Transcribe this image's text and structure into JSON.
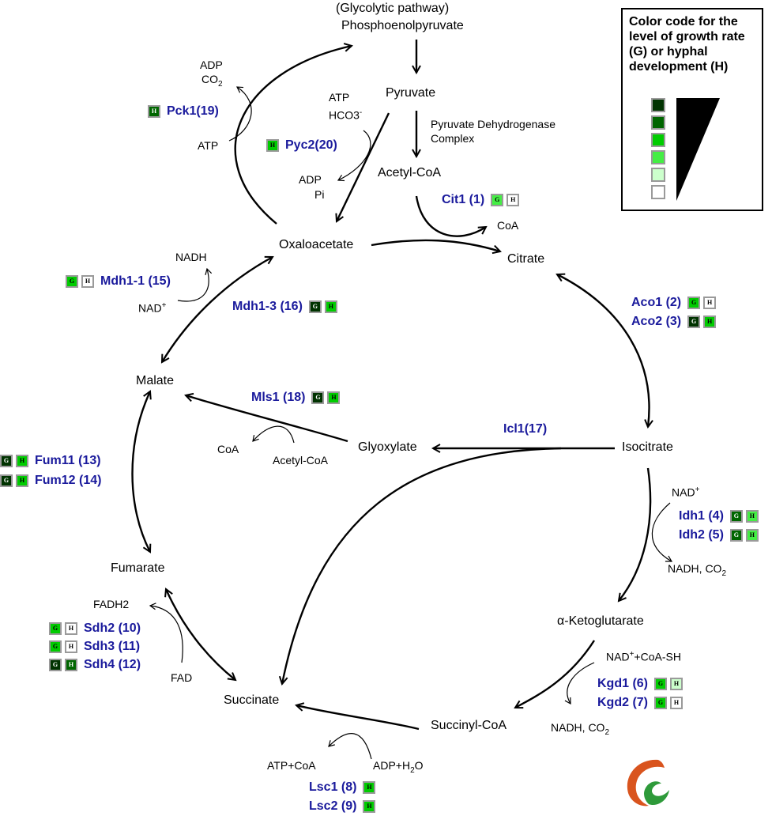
{
  "legend": {
    "title": "Color code for the level of growth rate (G) or hyphal development (H)",
    "levels": [
      "#003300",
      "#006600",
      "#00cc00",
      "#44ee44",
      "#ccffcc",
      "#ffffff"
    ],
    "level_labels_order": "high-to-low"
  },
  "metabolites": {
    "glycolytic": "(Glycolytic pathway)",
    "pep": "Phosphoenolpyruvate",
    "pyruvate": "Pyruvate",
    "pdh": "Pyruvate Dehydrogenase",
    "pdh2": "Complex",
    "acetylcoa": "Acetyl-CoA",
    "oxaloacetate": "Oxaloacetate",
    "citrate": "Citrate",
    "malate": "Malate",
    "glyoxylate": "Glyoxylate",
    "isocitrate": "Isocitrate",
    "fumarate": "Fumarate",
    "akg": "α-Ketoglutarate",
    "succinate": "Succinate",
    "succinylcoa": "Succinyl-CoA"
  },
  "cofactors": {
    "adp_pck": "ADP",
    "co2_pck": "CO",
    "atp_pck": "ATP",
    "atp_pyc": "ATP",
    "hco3": "HCO3",
    "adp_pyc": "ADP",
    "pi": "Pi",
    "coa_cit": "CoA",
    "nadh_mdh": "NADH",
    "nad_mdh": "NAD",
    "coa_mls": "CoA",
    "acetylcoa_mls": "Acetyl-CoA",
    "nad_idh": "NAD",
    "nadh_idh": "NADH, CO",
    "fadh2": "FADH2",
    "fad": "FAD",
    "nad_kgd": "NAD",
    "coash": "+CoA-SH",
    "nadh_kgd": "NADH, CO",
    "atpcoa": "ATP+CoA",
    "adph2o": "ADP+H",
    "adph2o_tail": "O",
    "sub2": "2",
    "plus": "+",
    "minus": "-"
  },
  "enzymes": [
    {
      "id": "pck1",
      "name": "Pck1(19)",
      "G": null,
      "H": "#006600"
    },
    {
      "id": "pyc2",
      "name": "Pyc2(20)",
      "G": null,
      "H": "#00cc00"
    },
    {
      "id": "cit1",
      "name": "Cit1 (1)",
      "G": "#44ee44",
      "H": "#ffffff"
    },
    {
      "id": "mdh11",
      "name": "Mdh1-1 (15)",
      "G": "#00cc00",
      "H": "#ffffff"
    },
    {
      "id": "mdh13",
      "name": "Mdh1-3 (16)",
      "G": "#003300",
      "H": "#00cc00"
    },
    {
      "id": "aco1",
      "name": "Aco1 (2)",
      "G": "#00cc00",
      "H": "#ffffff"
    },
    {
      "id": "aco2",
      "name": "Aco2 (3)",
      "G": "#003300",
      "H": "#00cc00"
    },
    {
      "id": "mls1",
      "name": "Mls1 (18)",
      "G": "#003300",
      "H": "#00cc00"
    },
    {
      "id": "icl1",
      "name": "Icl1(17)",
      "G": null,
      "H": null
    },
    {
      "id": "fum11",
      "name": "Fum11 (13)",
      "G": "#003300",
      "H": "#00cc00"
    },
    {
      "id": "fum12",
      "name": "Fum12 (14)",
      "G": "#003300",
      "H": "#00cc00"
    },
    {
      "id": "idh1",
      "name": "Idh1 (4)",
      "G": "#006600",
      "H": "#44ee44"
    },
    {
      "id": "idh2",
      "name": "Idh2 (5)",
      "G": "#006600",
      "H": "#44ee44"
    },
    {
      "id": "sdh2",
      "name": "Sdh2 (10)",
      "G": "#00cc00",
      "H": "#ffffff"
    },
    {
      "id": "sdh3",
      "name": "Sdh3 (11)",
      "G": "#00cc00",
      "H": "#ffffff"
    },
    {
      "id": "sdh4",
      "name": "Sdh4 (12)",
      "G": "#003300",
      "H": "#006600"
    },
    {
      "id": "kgd1",
      "name": "Kgd1 (6)",
      "G": "#00cc00",
      "H": "#ccffcc"
    },
    {
      "id": "kgd2",
      "name": "Kgd2 (7)",
      "G": "#00cc00",
      "H": "#ffffff"
    },
    {
      "id": "lsc1",
      "name": "Lsc1 (8)",
      "G": null,
      "H": "#00cc00"
    },
    {
      "id": "lsc2",
      "name": "Lsc2 (9)",
      "G": null,
      "H": "#00cc00"
    }
  ],
  "box_letters": {
    "G": "G",
    "H": "H"
  },
  "colors": {
    "enzyme_text": "#1a1a9c",
    "logo_orange": "#d9541e",
    "logo_green": "#2e9a3a"
  }
}
